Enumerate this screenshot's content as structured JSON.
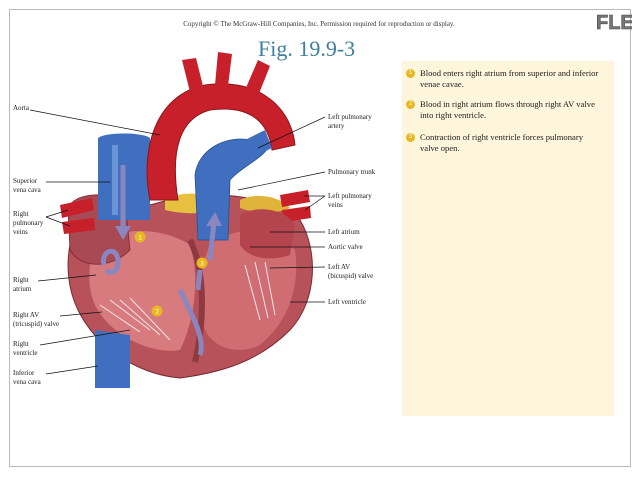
{
  "header": {
    "copyright": "Copyright © The McGraw-Hill Companies, Inc. Permission required for reproduction or display.",
    "title": "Fig. 19.9-3",
    "logo_text": "FLEX"
  },
  "steps": [
    {
      "number": "1",
      "text": "Blood enters right atrium from superior and inferior venae cavae."
    },
    {
      "number": "2",
      "text": "Blood in right atrium flows through right AV valve into right ventricle."
    },
    {
      "number": "3",
      "text": "Contraction of right ventricle forces pulmonary valve open."
    }
  ],
  "labels": {
    "aorta": "Aorta",
    "superior_vena_cava": [
      "Superior",
      "vena cava"
    ],
    "right_pulmonary_veins": [
      "Right",
      "pulmonary",
      "veins"
    ],
    "right_atrium": [
      "Right",
      "atrium"
    ],
    "right_av_valve": [
      "Right AV",
      "(tricuspid) valve"
    ],
    "right_ventricle": [
      "Right",
      "ventricle"
    ],
    "inferior_vena_cava": [
      "Inferior",
      "vena cava"
    ],
    "left_pulmonary_artery": [
      "Left pulmonary",
      "artery"
    ],
    "pulmonary_trunk": "Pulmonary trunk",
    "left_pulmonary_veins": [
      "Left pulmonary",
      "veins"
    ],
    "left_atrium": "Left atrium",
    "aortic_valve": "Aortic valve",
    "left_av_valve": [
      "Left AV",
      "(bicuspid) valve"
    ],
    "left_ventricle": "Left ventricle"
  },
  "diagram_markers": [
    "1",
    "2",
    "3"
  ],
  "colors": {
    "title": "#3e7f9a",
    "panel": "#fdf6dc",
    "marker": "#e7b820",
    "artery_red": "#c8202a",
    "vein_blue": "#3f6fbe",
    "muscle": "#b8525a",
    "fat": "#e8c040",
    "arrow": "#8a86c0"
  }
}
